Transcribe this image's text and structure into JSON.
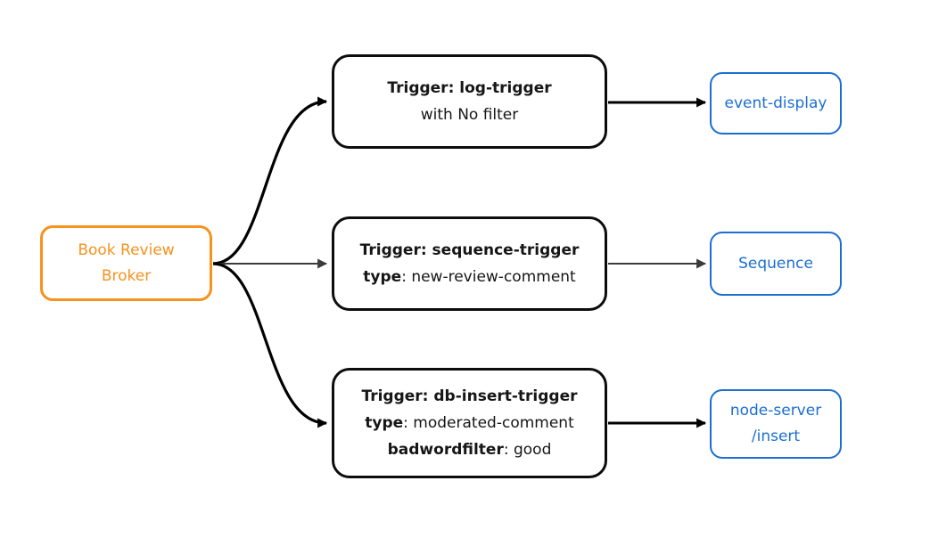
{
  "canvas": {
    "background": "#ffffff"
  },
  "colors": {
    "source_orange": "#f6921e",
    "sink_blue": "#1b6fd1",
    "trigger_border": "#0d0d0d",
    "edge_black": "#000000",
    "edge_gray": "#3b3b3b",
    "text_dark": "#161616"
  },
  "broker": {
    "label_lines": [
      "Book Review",
      "Broker"
    ]
  },
  "triggers": [
    {
      "lines": [
        {
          "bold": "Trigger: log-trigger",
          "rest": ""
        },
        {
          "bold": "",
          "rest": "with No filter"
        }
      ]
    },
    {
      "lines": [
        {
          "bold": "Trigger: sequence-trigger",
          "rest": ""
        },
        {
          "bold": "type",
          "rest": ": new-review-comment"
        }
      ]
    },
    {
      "lines": [
        {
          "bold": "Trigger: db-insert-trigger",
          "rest": ""
        },
        {
          "bold": "type",
          "rest": ": moderated-comment"
        },
        {
          "bold": "badwordfilter",
          "rest": ": good"
        }
      ]
    }
  ],
  "sinks": [
    {
      "label_lines": [
        "event-display",
        ""
      ]
    },
    {
      "label_lines": [
        "Sequence",
        ""
      ]
    },
    {
      "label_lines": [
        "node-server",
        "/insert"
      ]
    }
  ]
}
